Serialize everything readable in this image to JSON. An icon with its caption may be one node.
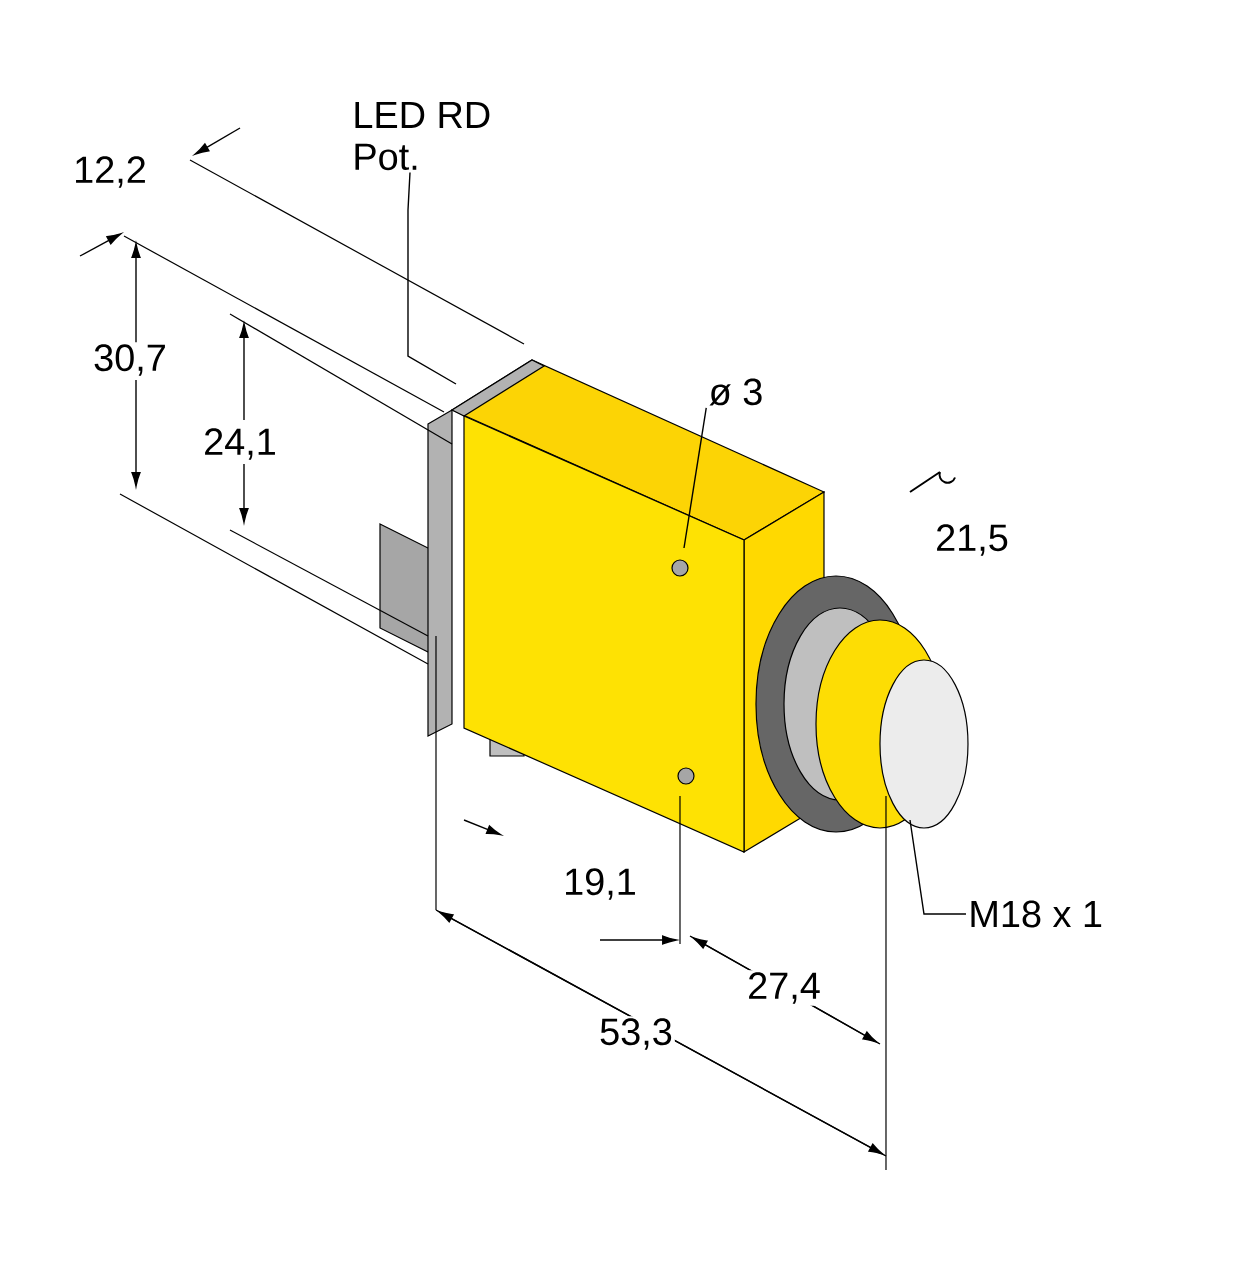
{
  "diagram": {
    "nodes": [
      {
        "text": [
          "LED RD",
          "Pot."
        ]
      },
      {
        "text": [
          "ø 3"
        ]
      },
      {
        "text": [
          "M18 x 1"
        ]
      }
    ],
    "edges": [
      {
        "from": 0,
        "to": null,
        "arrow": "none"
      },
      {
        "from": 1,
        "to": null,
        "arrow": "none"
      },
      {
        "from": 2,
        "to": null,
        "arrow": "none"
      }
    ],
    "labels": [
      "12,2",
      "30,7",
      "24,1",
      "21,5",
      "19,1",
      "27,4",
      "53,3"
    ]
  }
}
